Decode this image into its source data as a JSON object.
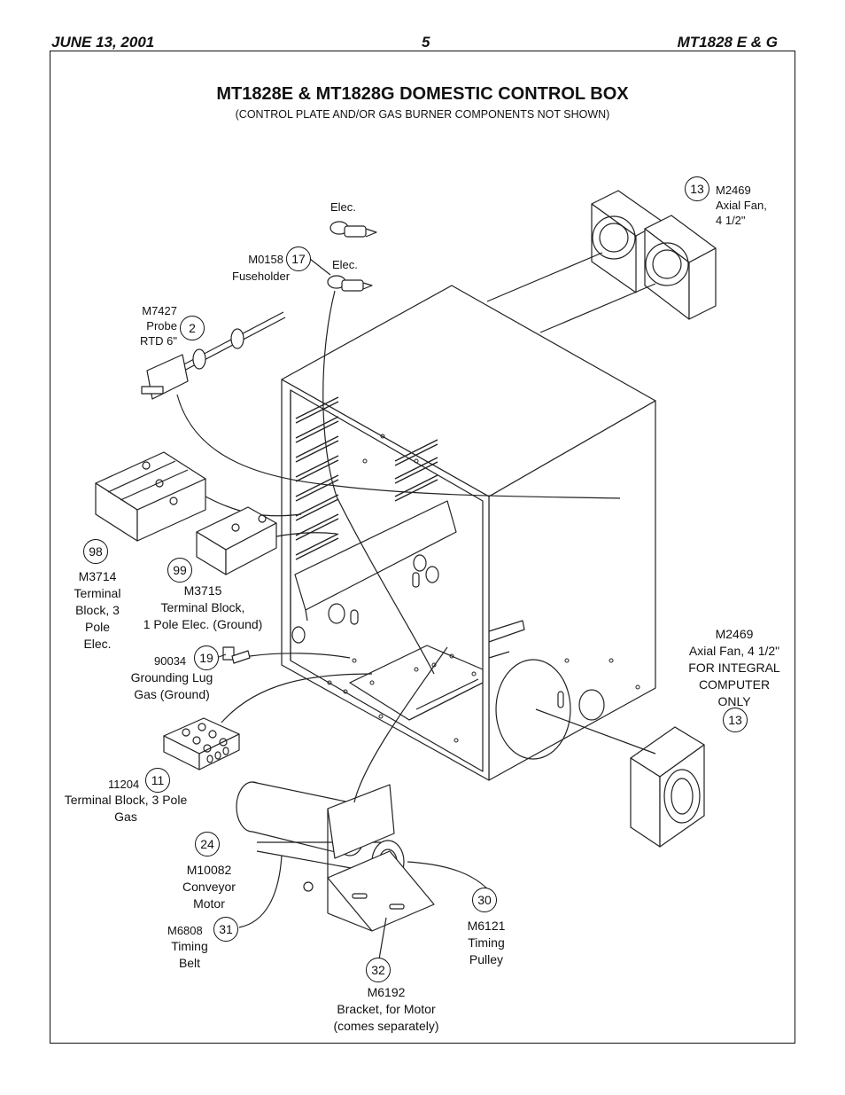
{
  "header": {
    "date": "JUNE 13, 2001",
    "page": "5",
    "model": "MT1828 E & G"
  },
  "title": "MT1828E & MT1828G DOMESTIC CONTROL BOX",
  "subtitle": "(CONTROL PLATE AND/OR GAS BURNER COMPONENTS NOT SHOWN)",
  "parts": [
    {
      "item": "13",
      "part": "M2469",
      "desc": [
        "Axial Fan,",
        "4 1/2\""
      ]
    },
    {
      "item": "17",
      "part": "M0158",
      "desc": [
        "Fuseholder"
      ]
    },
    {
      "item": "2",
      "part": "M7427",
      "desc": [
        "Probe",
        "RTD 6\""
      ]
    },
    {
      "item": "98",
      "part": "M3714",
      "desc": [
        "Terminal",
        "Block, 3",
        "Pole",
        "Elec."
      ]
    },
    {
      "item": "99",
      "part": "M3715",
      "desc": [
        "Terminal Block,",
        "1 Pole Elec. (Ground)"
      ]
    },
    {
      "item": "19",
      "part": "90034",
      "desc": [
        "Grounding Lug",
        "Gas  (Ground)"
      ]
    },
    {
      "item": "11",
      "part": "11204",
      "desc": [
        "Terminal Block, 3 Pole",
        "Gas"
      ]
    },
    {
      "item": "24",
      "part": "M10082",
      "desc": [
        "Conveyor",
        "Motor"
      ]
    },
    {
      "item": "31",
      "part": "M6808",
      "desc": [
        "Timing",
        "Belt"
      ]
    },
    {
      "item": "30",
      "part": "M6121",
      "desc": [
        "Timing",
        "Pulley"
      ]
    },
    {
      "item": "32",
      "part": "M6192",
      "desc": [
        "Bracket, for Motor",
        "(comes separately)"
      ]
    },
    {
      "item": "13",
      "part": "M2469",
      "desc": [
        "Axial Fan, 4 1/2\"",
        "FOR INTEGRAL",
        "COMPUTER",
        "ONLY"
      ]
    }
  ],
  "elec_labels": [
    "Elec.",
    "Elec."
  ]
}
